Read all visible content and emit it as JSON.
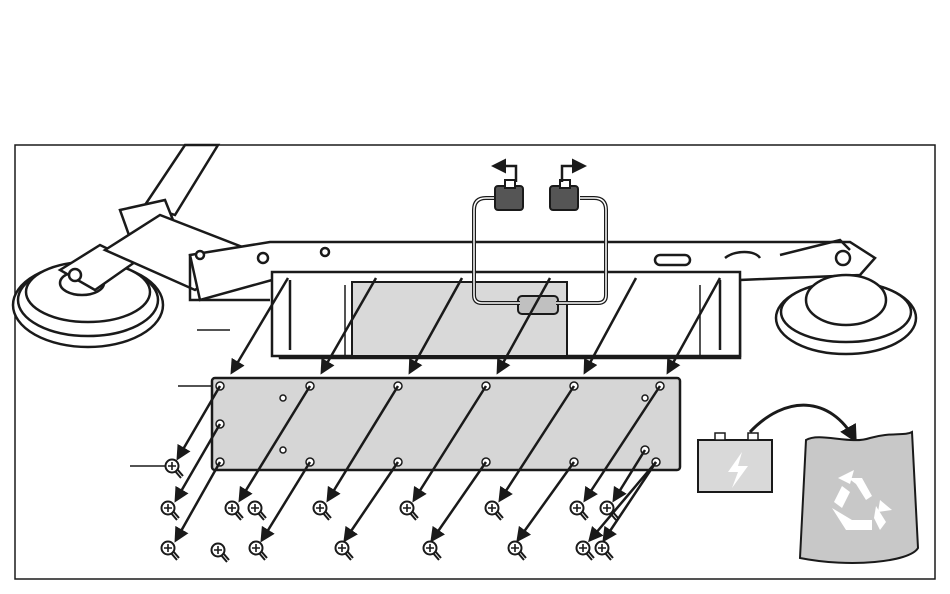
{
  "figure": {
    "description_labels": [],
    "parts": {
      "scooter": "scooter-deck",
      "cover_plate": "battery-cover-plate",
      "battery": "battery-pack",
      "connector_left": "connector-plug-left",
      "connector_right": "connector-plug-right",
      "bin": "recycle-bag"
    },
    "arrows": {
      "disconnect_left": "left-arrow",
      "disconnect_right": "right-arrow",
      "dispose": "curved-arrow"
    },
    "icons": [
      "lightning-icon",
      "recycle-icon",
      "screw-icon"
    ],
    "colors": {
      "line": "#1a1a1a",
      "plate_fill": "#d6d6d6",
      "battery_fill": "#d9d9d9",
      "bag_fill": "#c8c8c8",
      "frame_fill": "#ffffff"
    }
  }
}
